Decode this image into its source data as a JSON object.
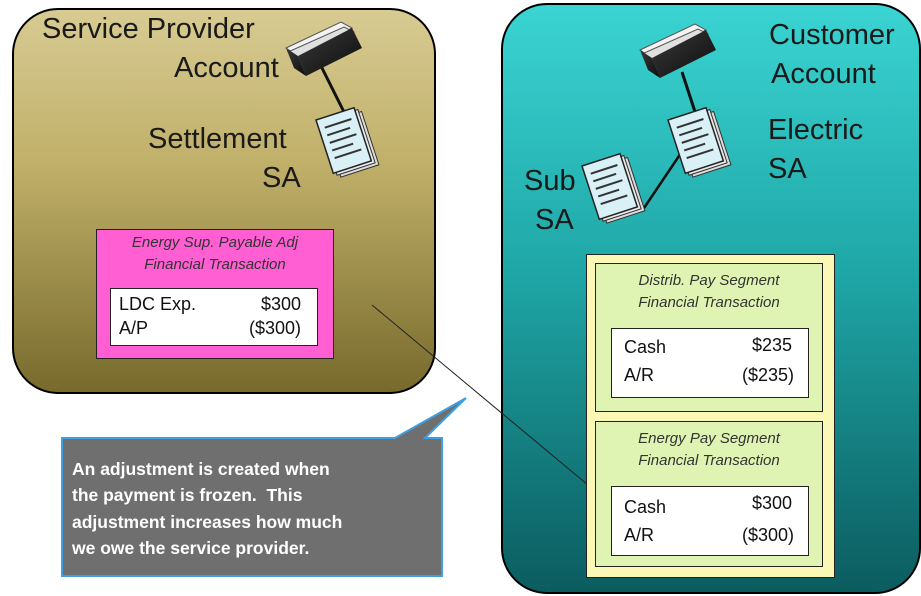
{
  "service_provider": {
    "account_label_line1": "Service Provider",
    "account_label_line2": "Account",
    "sa_label_line1": "Settlement",
    "sa_label_line2": "SA",
    "ft": {
      "title_line1": "Energy Sup. Payable Adj",
      "title_line2": "Financial Transaction",
      "rows": [
        {
          "label": "LDC Exp.",
          "amount": "$300"
        },
        {
          "label": "A/P",
          "amount": "($300)"
        }
      ]
    }
  },
  "customer": {
    "account_label_line1": "Customer",
    "account_label_line2": "Account",
    "electric_sa_line1": "Electric",
    "electric_sa_line2": "SA",
    "sub_sa_line1": "Sub",
    "sub_sa_line2": "SA",
    "distrib_ft": {
      "title_line1": "Distrib. Pay Segment",
      "title_line2": "Financial Transaction",
      "rows": [
        {
          "label": "Cash",
          "amount": "$235"
        },
        {
          "label": "A/R",
          "amount": "($235)"
        }
      ]
    },
    "energy_ft": {
      "title_line1": "Energy Pay Segment",
      "title_line2": "Financial Transaction",
      "rows": [
        {
          "label": "Cash",
          "amount": "$300"
        },
        {
          "label": "A/R",
          "amount": "($300)"
        }
      ]
    }
  },
  "callout": {
    "line1": "An adjustment is created when",
    "line2": "the payment is frozen.  This",
    "line3": "adjustment increases how much",
    "line4": "we owe the service provider."
  },
  "colors": {
    "sp_panel": "#c0b06a",
    "customer_panel": "#1fa7a7",
    "sp_ft_box": "#ff5fd3",
    "customer_ft_group": "#fbf7b4",
    "customer_ft_box": "#dff4b2",
    "callout": "#6f6f6f"
  }
}
